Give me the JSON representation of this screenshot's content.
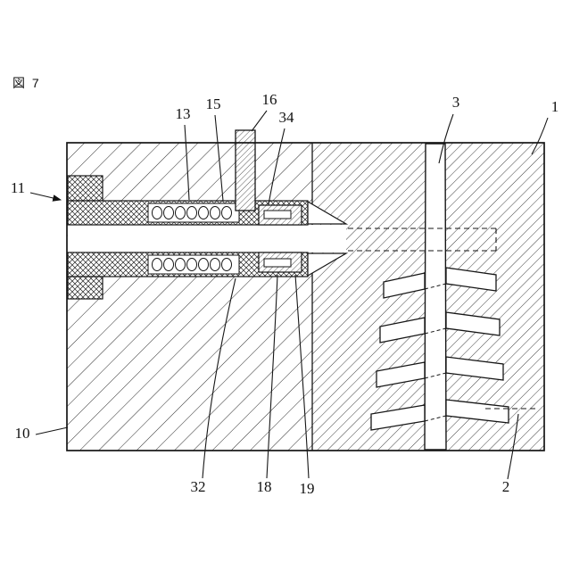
{
  "figure": {
    "caption": "図 7"
  },
  "labels": {
    "l1": "1",
    "l2": "2",
    "l3": "3",
    "l10": "10",
    "l11": "11",
    "l13": "13",
    "l15": "15",
    "l16": "16",
    "l18": "18",
    "l19": "19",
    "l32": "32",
    "l34": "34"
  },
  "colors": {
    "line": "#161616",
    "hatch": "#2b2b2b",
    "background": "#ffffff"
  }
}
